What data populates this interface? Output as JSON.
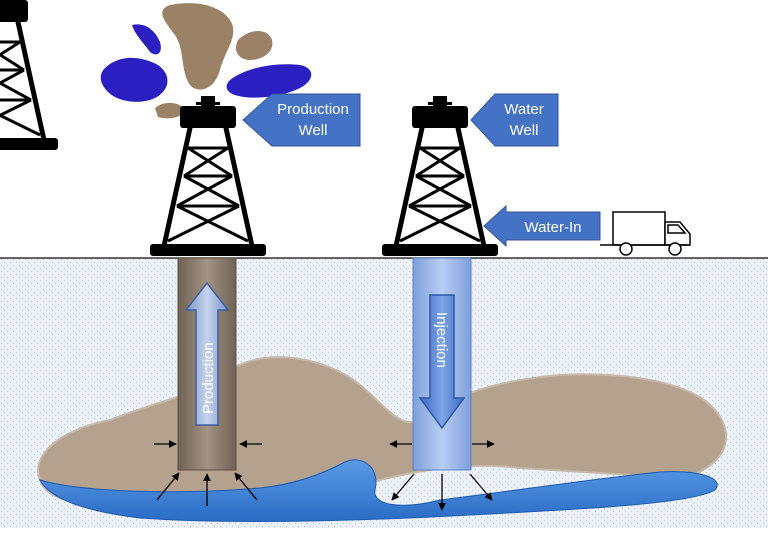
{
  "labels": {
    "production_well_line1": "Production",
    "production_well_line2": "Well",
    "water_well_line1": "Water",
    "water_well_line2": "Well",
    "water_in": "Water-In",
    "production": "Production",
    "injection": "Injection"
  },
  "colors": {
    "label_box": "#4472c4",
    "label_text": "#ffffff",
    "oil_blob": "#9b8266",
    "water_splash": "#2b1fc2",
    "reservoir_oil": "#b4a28f",
    "reservoir_water": "#3a7fd6",
    "ground": "#eef3fb",
    "production_pipe": "#8a7a6a",
    "injection_pipe": "#9bb8ea",
    "derrick": "#000000"
  },
  "icons": {
    "derrick_left": "oil-derrick-icon",
    "derrick_right": "oil-derrick-icon",
    "truck": "water-truck-icon"
  }
}
